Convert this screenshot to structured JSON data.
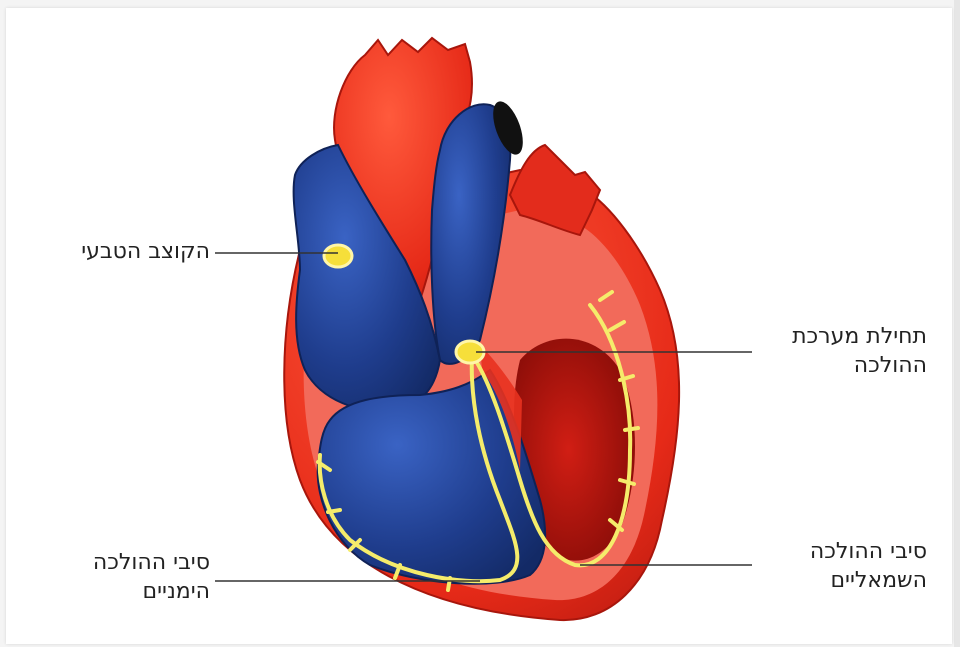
{
  "labels": {
    "sinoatrial_node": "הקוצב הטבעי",
    "conduction_start": "תחילת מערכת\nההולכה",
    "right_fibers": "סיבי ההולכה\nהימניים",
    "left_fibers": "סיבי ההולכה\nהשמאליים"
  },
  "colors": {
    "myocardium": "#e8301f",
    "inner_wall": "#f26a5a",
    "aorta": "#e0261a",
    "blue_chambers": "#1d3a86",
    "blue_highlight": "#2f57b5",
    "left_ventricle": "#b8140e",
    "conduction": "#f5ec6b",
    "node": "#f6df3a"
  }
}
